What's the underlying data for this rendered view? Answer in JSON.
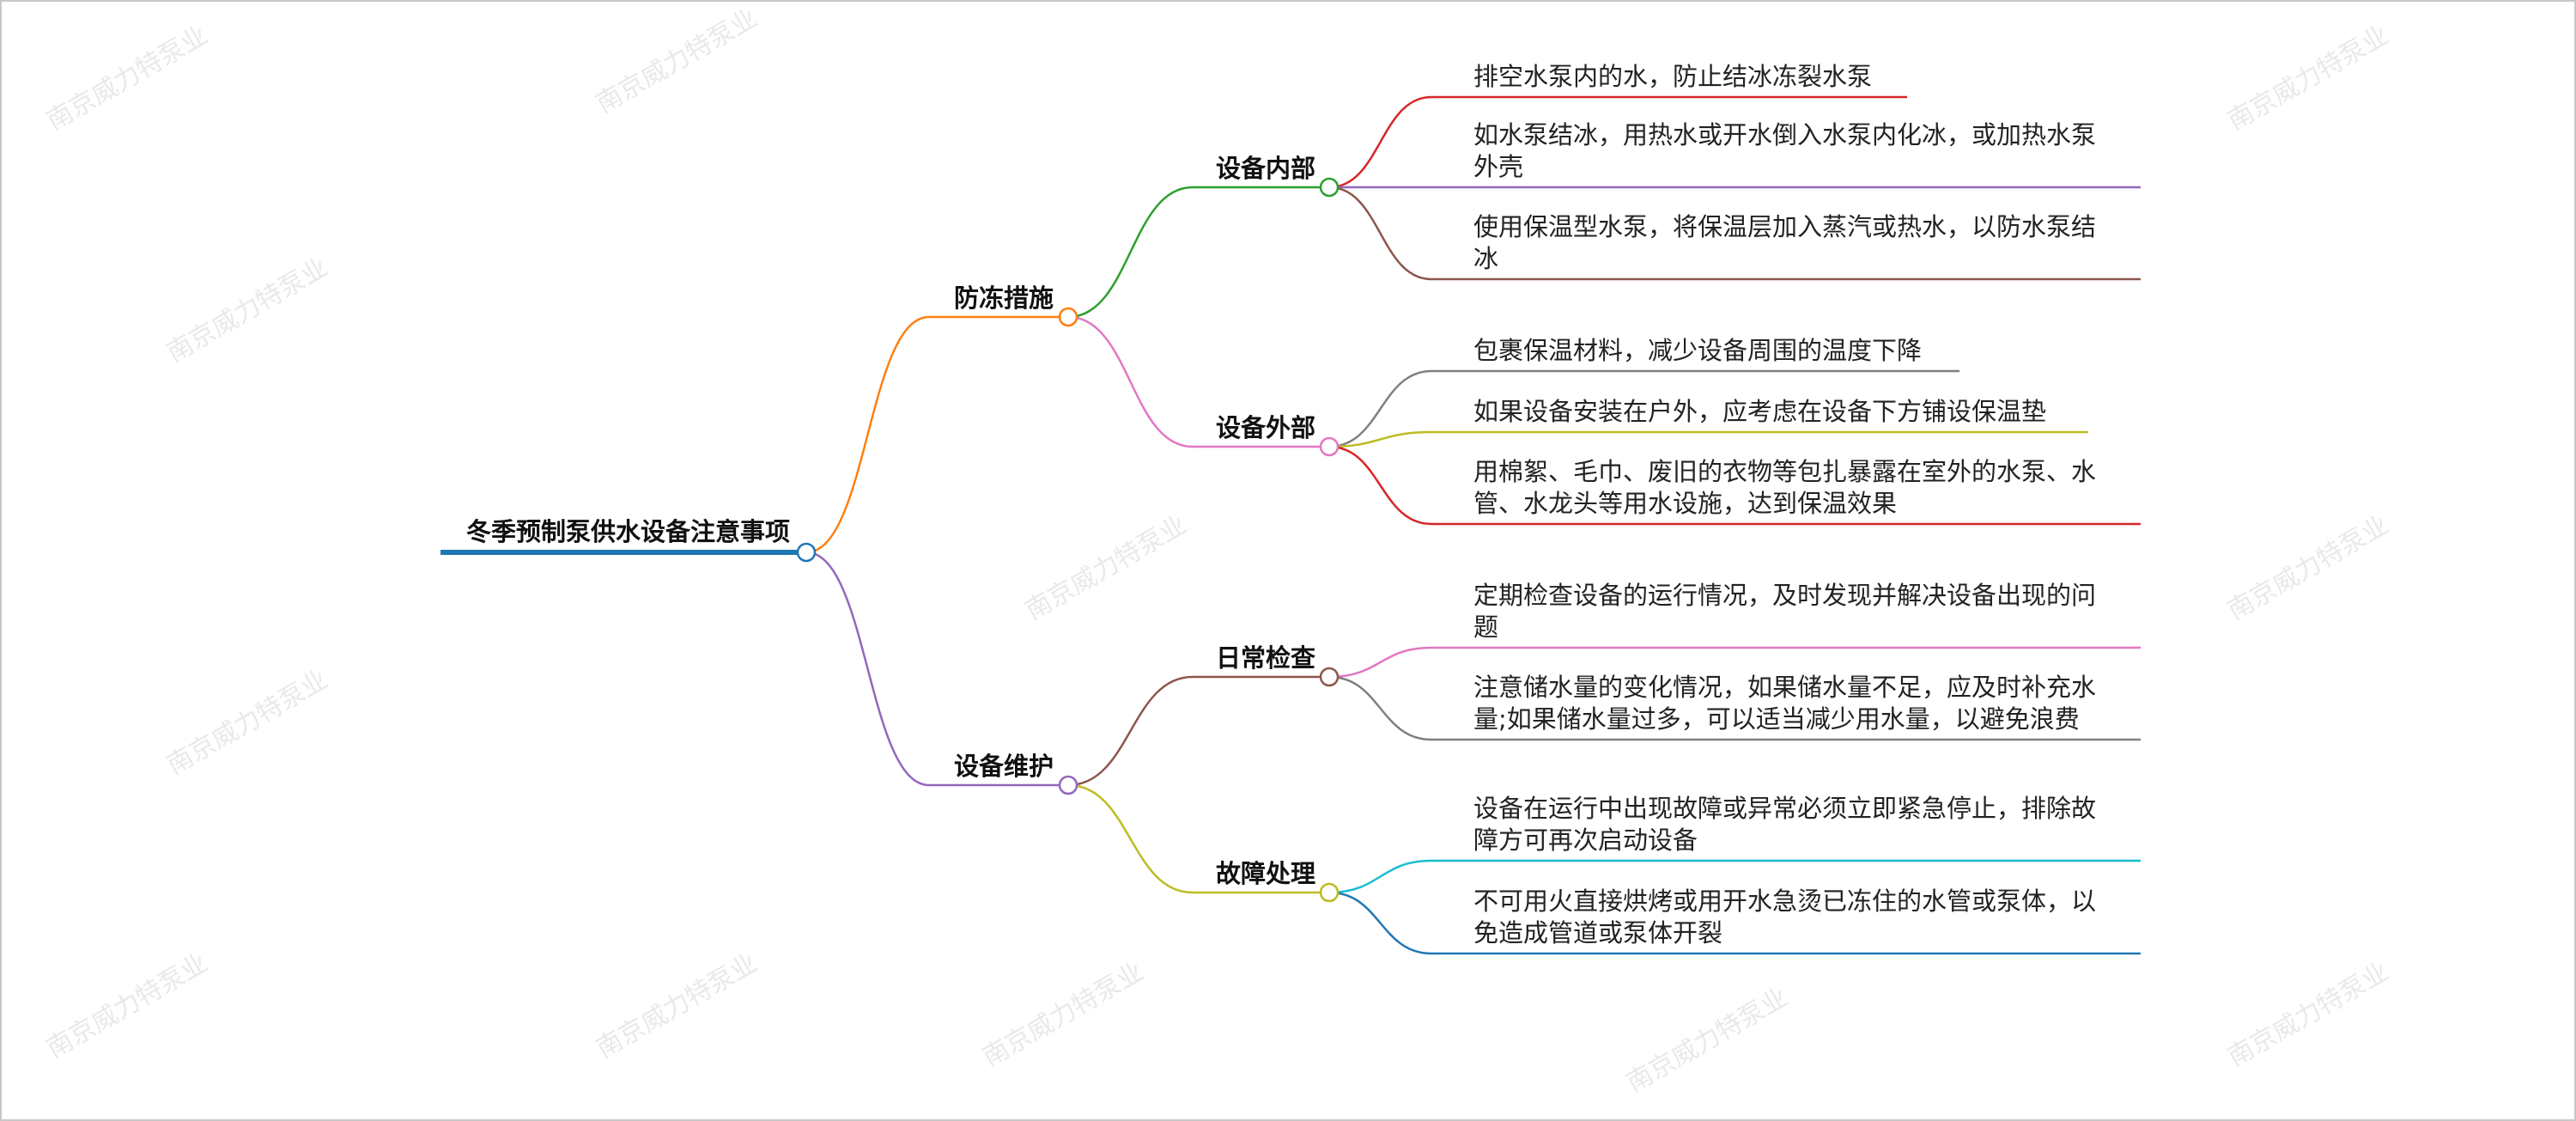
{
  "watermark": "南京威力特泵业",
  "root": {
    "label": "冬季预制泵供水设备注意事项",
    "color": "#1f77b4"
  },
  "branches": [
    {
      "label": "防冻措施",
      "color": "#ff7f0e",
      "children": [
        {
          "label": "设备内部",
          "color": "#2ca02c",
          "leaves": [
            {
              "lines": [
                "排空水泵内的水，防止结冰冻裂水泵"
              ],
              "color": "#d62728"
            },
            {
              "lines": [
                "如水泵结冰，用热水或开水倒入水泵内化冰，或加热水泵",
                "外壳"
              ],
              "color": "#9467bd"
            },
            {
              "lines": [
                "使用保温型水泵，将保温层加入蒸汽或热水，以防水泵结",
                "冰"
              ],
              "color": "#8c564b"
            }
          ]
        },
        {
          "label": "设备外部",
          "color": "#e377c2",
          "leaves": [
            {
              "lines": [
                "包裹保温材料，减少设备周围的温度下降"
              ],
              "color": "#7f7f7f"
            },
            {
              "lines": [
                "如果设备安装在户外，应考虑在设备下方铺设保温垫"
              ],
              "color": "#bcbd22"
            },
            {
              "lines": [
                "用棉絮、毛巾、废旧的衣物等包扎暴露在室外的水泵、水",
                "管、水龙头等用水设施，达到保温效果"
              ],
              "color": "#d62728"
            }
          ]
        }
      ]
    },
    {
      "label": "设备维护",
      "color": "#9467bd",
      "children": [
        {
          "label": "日常检查",
          "color": "#8c564b",
          "leaves": [
            {
              "lines": [
                "定期检查设备的运行情况，及时发现并解决设备出现的问",
                "题"
              ],
              "color": "#e377c2"
            },
            {
              "lines": [
                "注意储水量的变化情况，如果储水量不足，应及时补充水",
                "量;如果储水量过多，可以适当减少用水量，以避免浪费"
              ],
              "color": "#7f7f7f"
            }
          ]
        },
        {
          "label": "故障处理",
          "color": "#bcbd22",
          "leaves": [
            {
              "lines": [
                "设备在运行中出现故障或异常必须立即紧急停止，排除故",
                "障方可再次启动设备"
              ],
              "color": "#17becf"
            },
            {
              "lines": [
                "不可用火直接烘烤或用开水急烫已冻住的水管或泵体，以",
                "免造成管道或泵体开裂"
              ],
              "color": "#1f77b4"
            }
          ]
        }
      ]
    }
  ]
}
